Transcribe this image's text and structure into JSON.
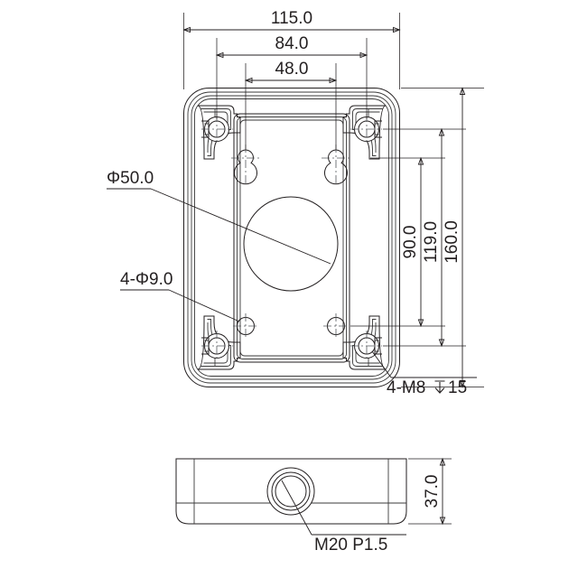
{
  "drawing": {
    "type": "engineering-dimension-drawing",
    "title": "",
    "units": "mm",
    "views": [
      {
        "name": "top-view",
        "label": ""
      },
      {
        "name": "front-view",
        "label": ""
      }
    ]
  },
  "dimensions": {
    "width_overall": "115.0",
    "width_mid": "84.0",
    "width_inner": "48.0",
    "height_overall": "160.0",
    "height_mid": "119.0",
    "height_inner": "90.0",
    "thickness": "37.0"
  },
  "annotations": {
    "center_bore": "Φ50.0",
    "mounting_holes": "4-Φ9.0",
    "threaded_holes_prefix": "4-M8",
    "threaded_holes_depth_symbol": "↓",
    "threaded_holes_depth": "15",
    "conduit_thread": "M20 P1.5"
  },
  "colors": {
    "line": "#231f20",
    "thin_line": "#3a3a3a",
    "center_line": "#55595c",
    "background": "#ffffff"
  }
}
